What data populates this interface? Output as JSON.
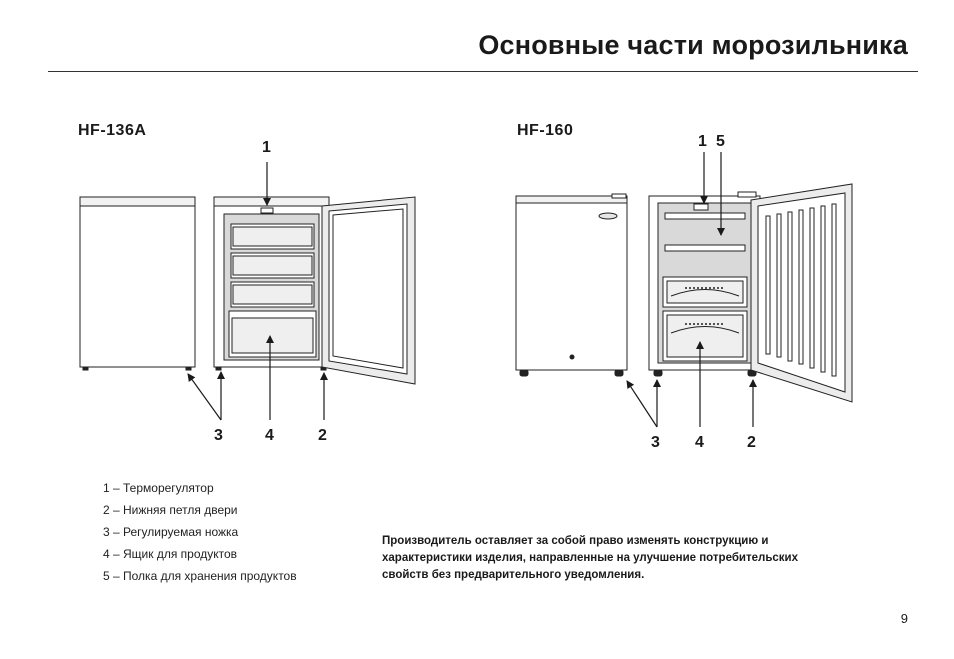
{
  "page": {
    "title": "Основные части морозильника",
    "page_number": "9"
  },
  "models": [
    {
      "name": "HF-136A",
      "callouts": {
        "top": "1",
        "bottom": [
          "3",
          "4",
          "2"
        ]
      }
    },
    {
      "name": "HF-160",
      "callouts": {
        "top": [
          "1",
          "5"
        ],
        "bottom": [
          "3",
          "4",
          "2"
        ]
      }
    }
  ],
  "legend": {
    "items": [
      "1 – Терморегулятор",
      "2 – Нижняя петля двери",
      "3 – Регулируемая ножка",
      "4 – Ящик для продуктов",
      "5 – Полка для хранения продуктов"
    ]
  },
  "disclaimer": {
    "lines": [
      "Производитель оставляет за собой право изменять конструкцию и",
      "характеристики изделия, направленные на улучшение потребительских",
      "свойств без предварительного уведомления."
    ]
  }
}
